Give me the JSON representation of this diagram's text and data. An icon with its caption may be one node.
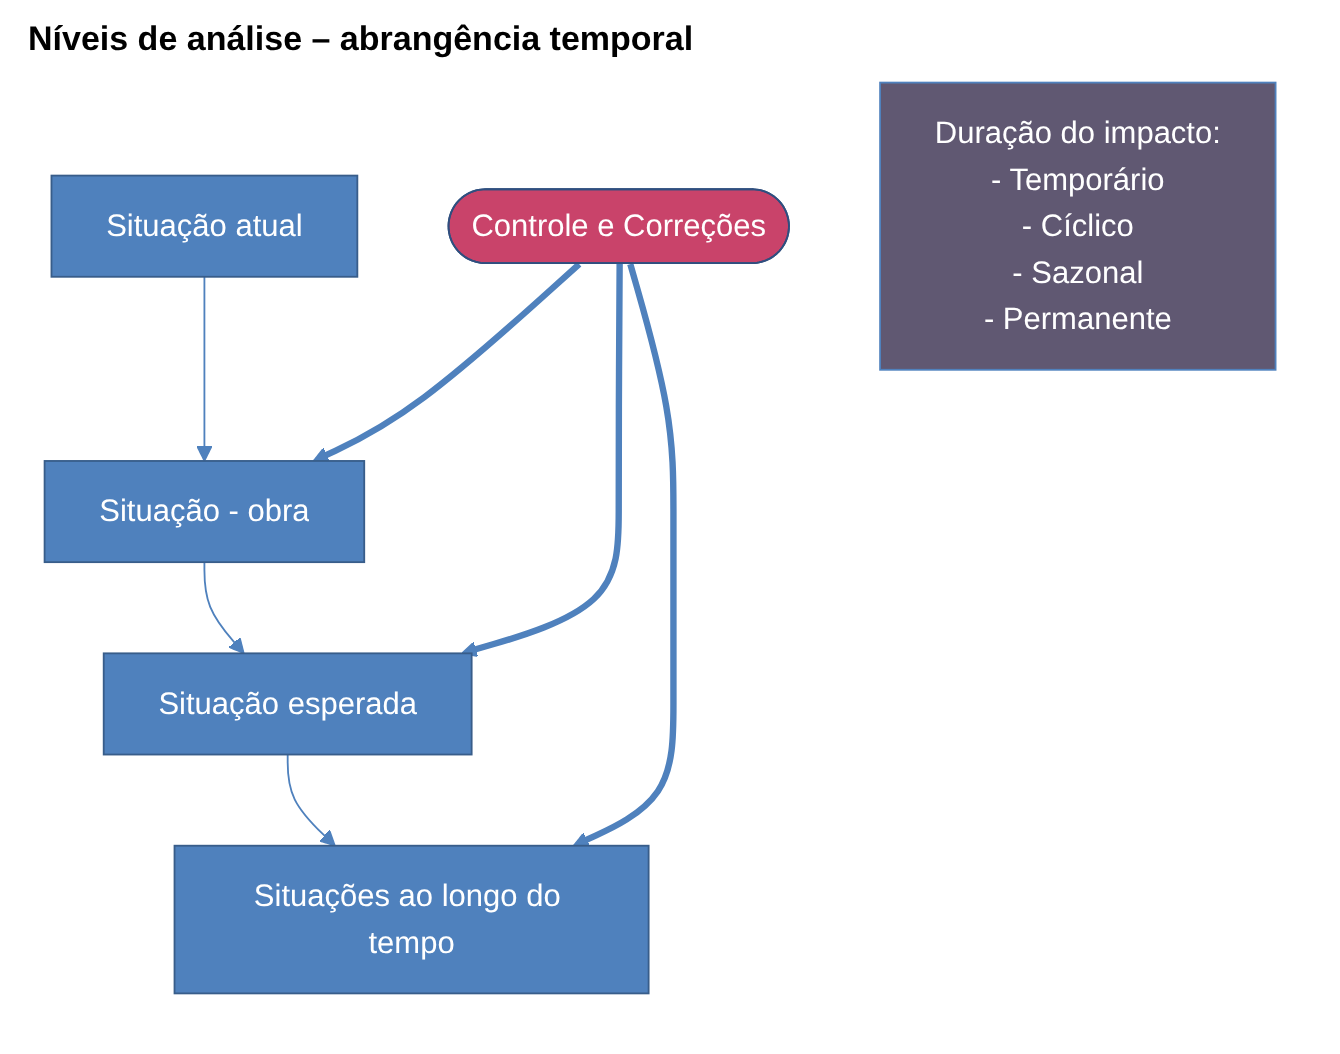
{
  "diagram": {
    "title": "Níveis de análise – abrangência temporal",
    "nodes": [
      {
        "text": [
          "Situação atual"
        ]
      },
      {
        "text": [
          "Situação - obra"
        ]
      },
      {
        "text": [
          "Situação  esperada"
        ]
      },
      {
        "text": [
          "Situações ao longo do tempo"
        ]
      },
      {
        "text": [
          "Controle e Correções"
        ]
      },
      {
        "text": [
          "Duração do impacto:",
          "- Temporário",
          "- Cíclico",
          "- Sazonal",
          "- Permanente"
        ]
      }
    ],
    "edges": [
      {
        "from": 0,
        "to": 1,
        "arrow": "to"
      },
      {
        "from": 1,
        "to": 2,
        "arrow": "to"
      },
      {
        "from": 2,
        "to": 3,
        "arrow": "to"
      },
      {
        "from": 4,
        "to": 1,
        "arrow": "to",
        "style": "thick"
      },
      {
        "from": 4,
        "to": 2,
        "arrow": "to",
        "style": "thick"
      },
      {
        "from": 4,
        "to": 3,
        "arrow": "to",
        "style": "thick"
      }
    ]
  }
}
